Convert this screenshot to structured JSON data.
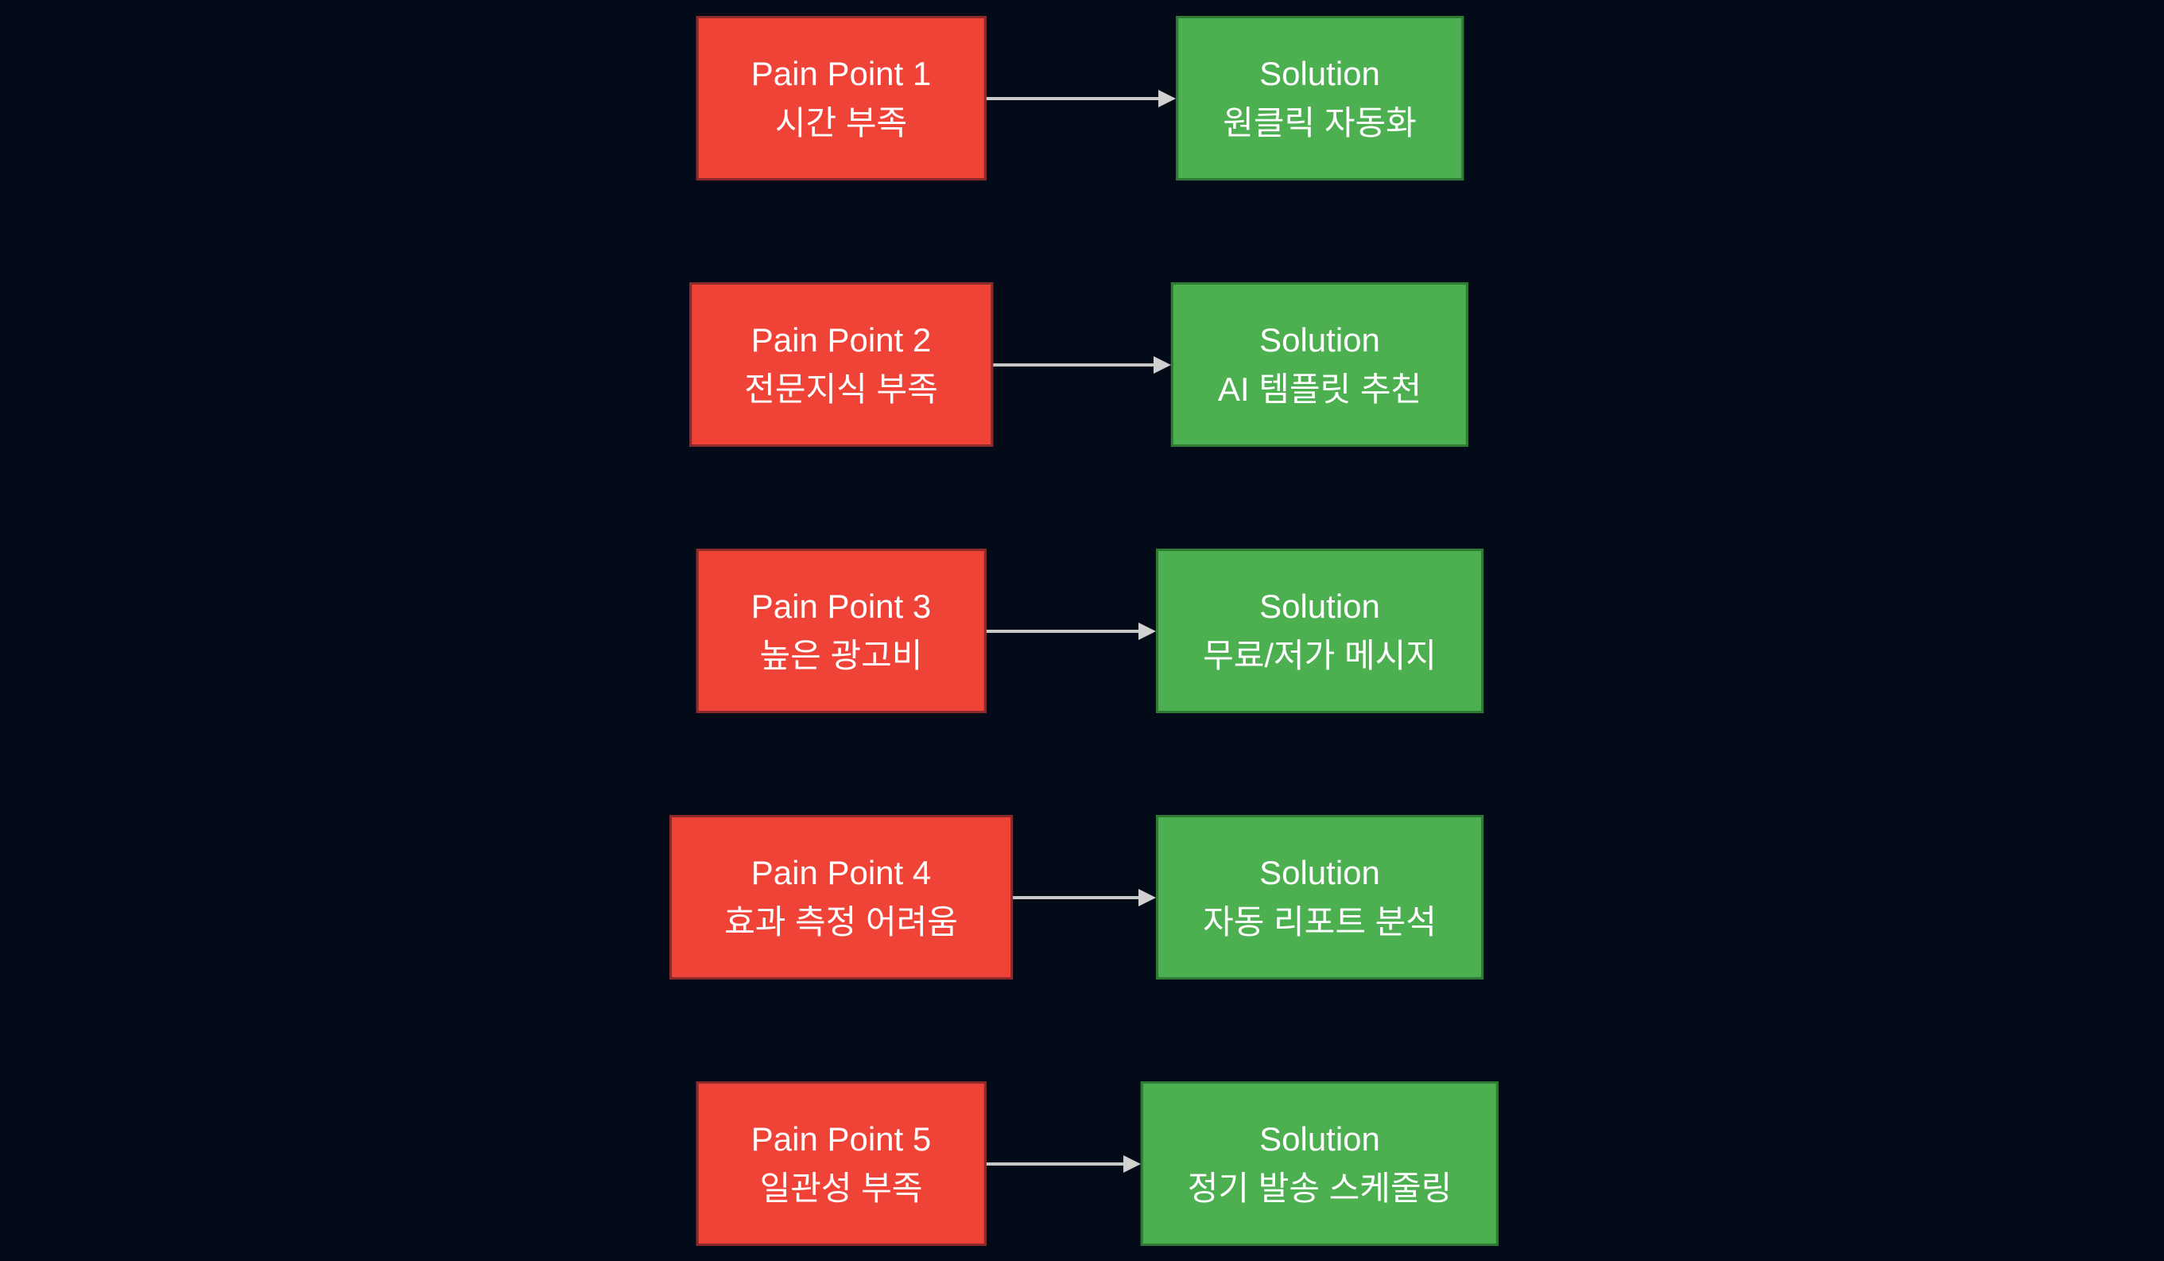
{
  "colors": {
    "background": "#040b18",
    "pain_fill": "#f04338",
    "pain_border": "#8a2a2a",
    "solution_fill": "#4caf50",
    "solution_border": "#2f7a35",
    "arrow": "#c8c8c8",
    "text": "#ffffff"
  },
  "rows": [
    {
      "pain_title": "Pain Point 1",
      "pain_subtitle": "시간 부족",
      "solution_title": "Solution",
      "solution_subtitle": "원클릭 자동화"
    },
    {
      "pain_title": "Pain Point 2",
      "pain_subtitle": "전문지식 부족",
      "solution_title": "Solution",
      "solution_subtitle": "AI 템플릿 추천"
    },
    {
      "pain_title": "Pain Point 3",
      "pain_subtitle": "높은 광고비",
      "solution_title": "Solution",
      "solution_subtitle": "무료/저가 메시지"
    },
    {
      "pain_title": "Pain Point 4",
      "pain_subtitle": "효과 측정 어려움",
      "solution_title": "Solution",
      "solution_subtitle": "자동 리포트 분석"
    },
    {
      "pain_title": "Pain Point 5",
      "pain_subtitle": "일관성 부족",
      "solution_title": "Solution",
      "solution_subtitle": "정기 발송 스케줄링"
    }
  ]
}
